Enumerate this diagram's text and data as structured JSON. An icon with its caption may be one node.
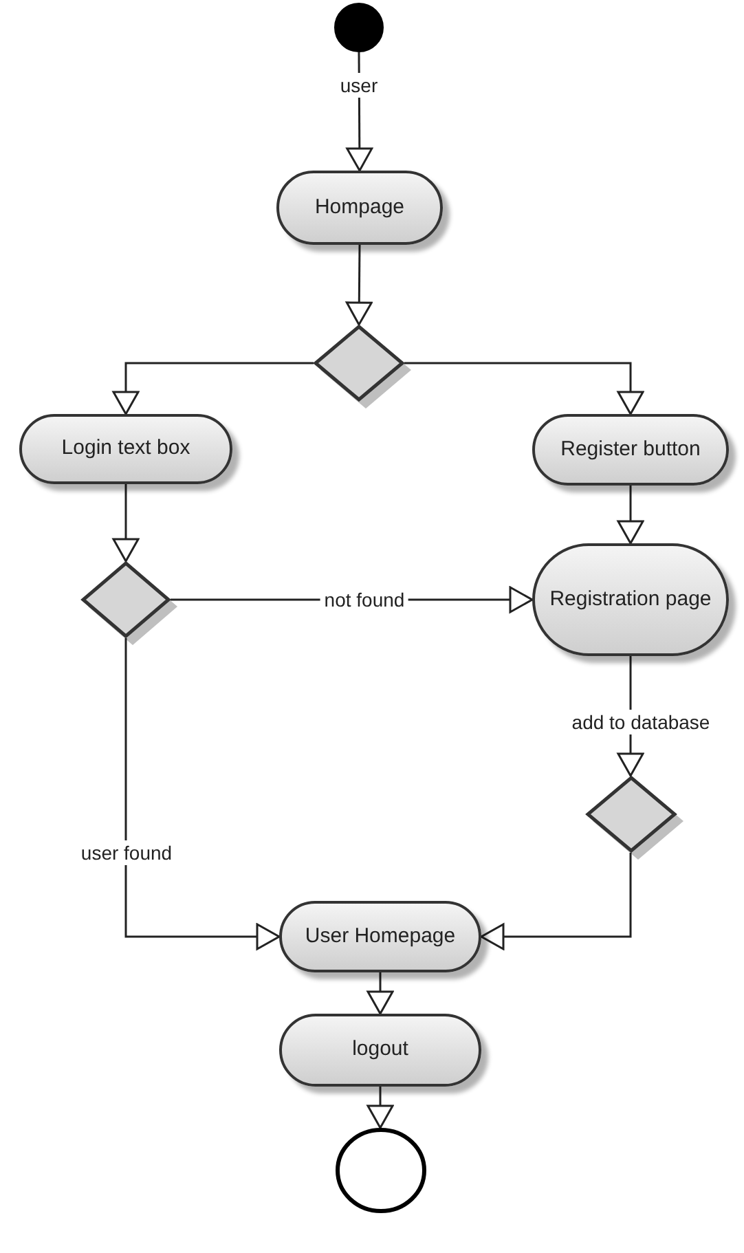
{
  "diagram": {
    "nodes": [
      {
        "text": [],
        "shape": "circle"
      },
      {
        "text": [
          "Hompage"
        ]
      },
      {
        "text": [],
        "shape": "diamond"
      },
      {
        "text": [
          "Login text box"
        ]
      },
      {
        "text": [
          "Register button"
        ]
      },
      {
        "text": [],
        "shape": "diamond"
      },
      {
        "text": [
          "Registration page"
        ]
      },
      {
        "text": [],
        "shape": "diamond"
      },
      {
        "text": [
          "User Homepage"
        ]
      },
      {
        "text": [
          "logout"
        ]
      },
      {
        "text": [],
        "shape": "circle"
      }
    ],
    "edges": [
      {
        "from": 0,
        "to": 1,
        "arrow": "to",
        "label": "user"
      },
      {
        "from": 1,
        "to": 2,
        "arrow": "to"
      },
      {
        "from": 2,
        "to": 3,
        "arrow": "to"
      },
      {
        "from": 2,
        "to": 4,
        "arrow": "to"
      },
      {
        "from": 3,
        "to": 5,
        "arrow": "to"
      },
      {
        "from": 5,
        "to": 6,
        "arrow": "to",
        "label": "not found"
      },
      {
        "from": 4,
        "to": 6,
        "arrow": "to"
      },
      {
        "from": 6,
        "to": 7,
        "arrow": "to",
        "label": "add to database"
      },
      {
        "from": 5,
        "to": 8,
        "arrow": "to",
        "label": "user found"
      },
      {
        "from": 7,
        "to": 8,
        "arrow": "to"
      },
      {
        "from": 8,
        "to": 9,
        "arrow": "to"
      },
      {
        "from": 9,
        "to": 10,
        "arrow": "to"
      }
    ]
  }
}
